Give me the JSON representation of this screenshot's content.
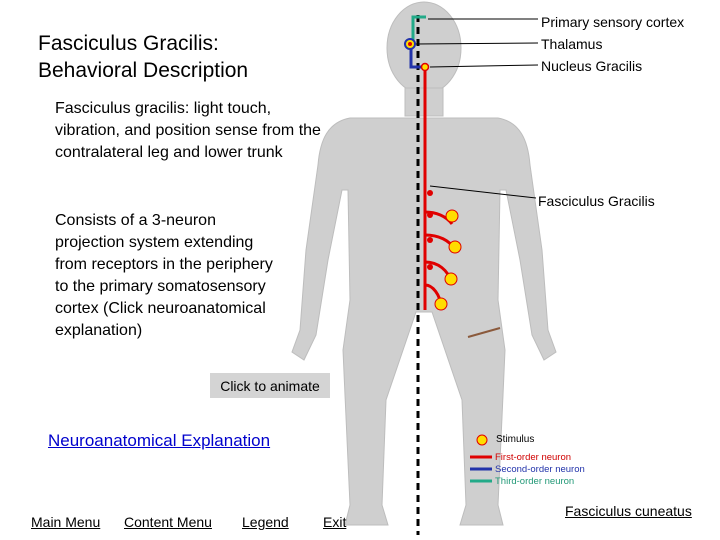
{
  "title_line1": "Fasciculus Gracilis:",
  "title_line2": "Behavioral Description",
  "description1": "Fasciculus gracilis: light touch, vibration, and position sense from the contralateral leg and lower trunk",
  "description2": "Consists of a 3-neuron projection system extending from receptors in the periphery to the primary somatosensory cortex (Click neuroanatomical explanation)",
  "animate_button": "Click to animate",
  "neuro_link": "Neuroanatomical Explanation",
  "diagram_labels": {
    "primary_cortex": "Primary sensory cortex",
    "thalamus": "Thalamus",
    "nucleus_gracilis": "Nucleus Gracilis",
    "fasciculus_gracilis": "Fasciculus Gracilis"
  },
  "legend": {
    "stimulus": "Stimulus",
    "first_order": "First-order neuron",
    "second_order": "Second-order neuron",
    "third_order": "Third-order neuron"
  },
  "nav": {
    "main_menu": "Main Menu",
    "content_menu": "Content Menu",
    "legend": "Legend",
    "exit": "Exit"
  },
  "fasciculus_cuneatus_link": "Fasciculus cuneatus",
  "colors": {
    "first_order": "#e00000",
    "second_order": "#2233aa",
    "third_order": "#22aa88",
    "body": "#cfcfcf",
    "stimulus": "#ffdd00"
  }
}
